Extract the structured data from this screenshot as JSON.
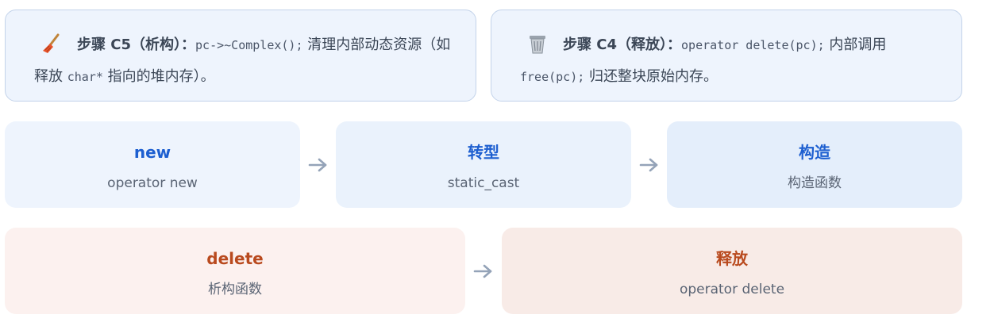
{
  "notes": [
    {
      "icon": "broom-icon",
      "label": "步骤 C5（析构）：",
      "code1": "pc->~Complex();",
      "text1": " 清理内部动态资源（如释放 ",
      "code2": "char*",
      "text2": " 指向的堆内存）。"
    },
    {
      "icon": "wastebasket-icon",
      "label": "步骤 C4（释放）：",
      "code1": "operator delete(pc);",
      "text1": " 内部调用 ",
      "code2": "free(pc);",
      "text2": " 归还整块原始内存。"
    }
  ],
  "flow_new": [
    {
      "title": "new",
      "subtitle": "operator new"
    },
    {
      "title": "转型",
      "subtitle": "static_cast"
    },
    {
      "title": "构造",
      "subtitle": "构造函数"
    }
  ],
  "flow_delete": [
    {
      "title": "delete",
      "subtitle": "析构函数"
    },
    {
      "title": "释放",
      "subtitle": "operator delete"
    }
  ],
  "colors": {
    "blue_title": "#1d5fd0",
    "red_title": "#b94a1e",
    "arrow": "#94a3b8"
  }
}
